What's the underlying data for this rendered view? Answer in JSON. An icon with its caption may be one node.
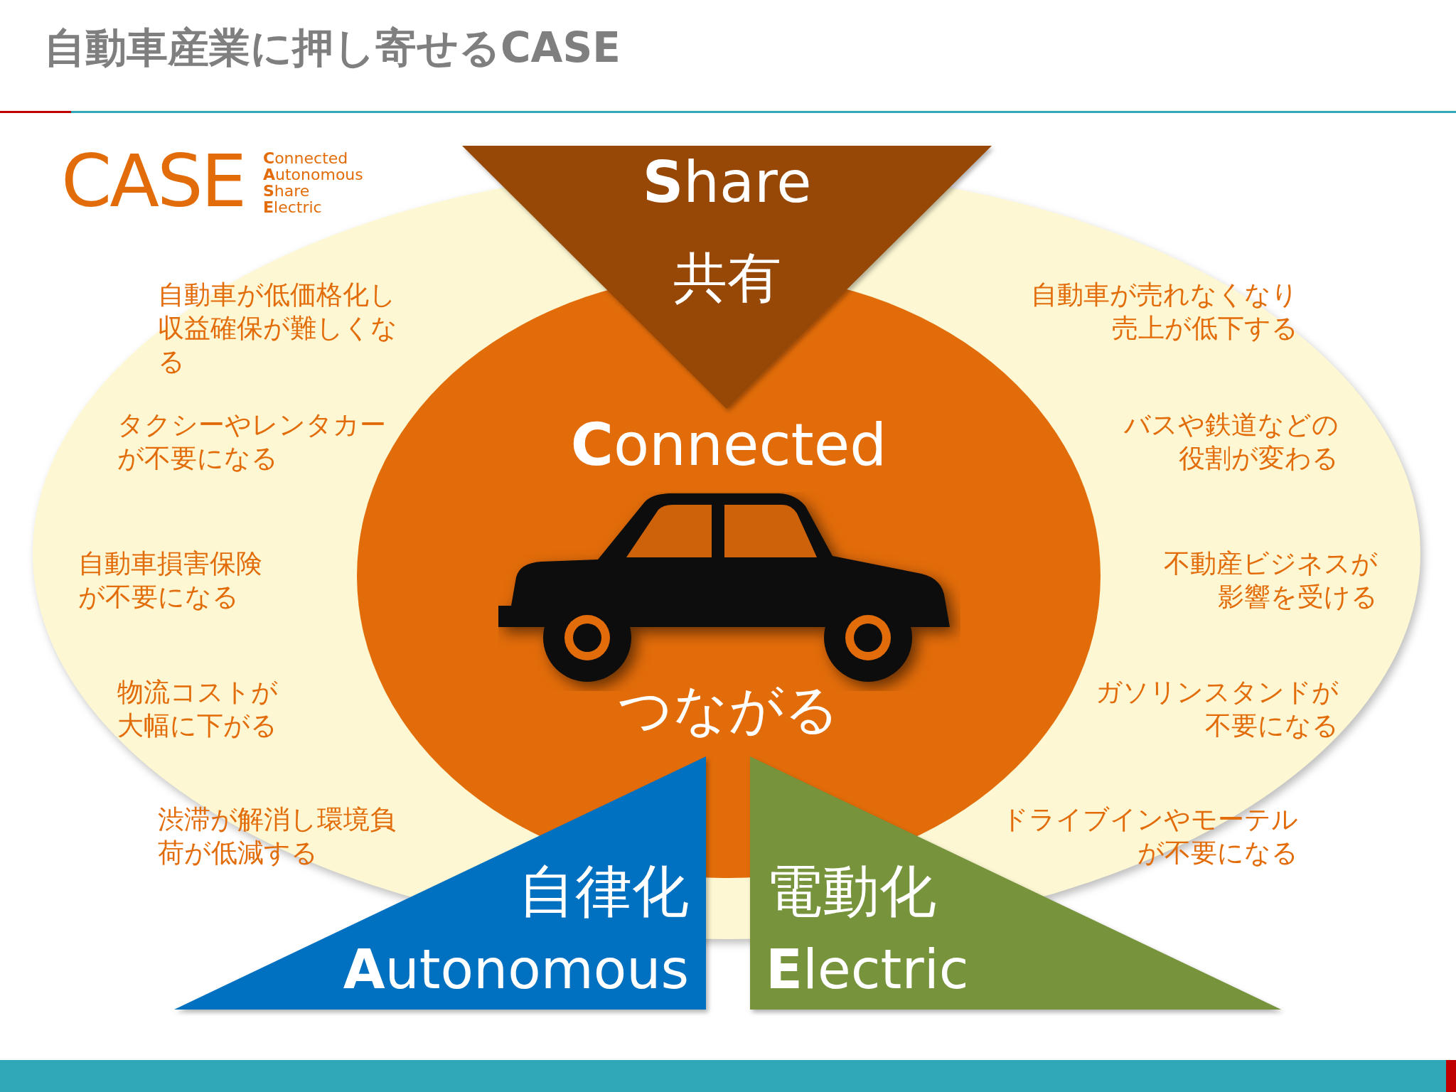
{
  "diagram": {
    "title": "自動車産業に押し寄せるCASE",
    "nodes": [
      {
        "text": [
          "**S**hare",
          "共有"
        ]
      },
      {
        "text": [
          "**C**onnected",
          "つながる"
        ]
      },
      {
        "text": [
          "自律化",
          "**A**utonomous"
        ]
      },
      {
        "text": [
          "電動化",
          "**E**lectric"
        ]
      }
    ],
    "labels": [
      "CASE",
      "**C**onnected",
      "**A**utonomous",
      "**S**hare",
      "**E**lectric",
      "自動車が低価格化し収益確保が難しくなる",
      "自動車が売れなくなり売上が低下する",
      "タクシーやレンタカーが不要になる",
      "バスや鉄道などの役割が変わる",
      "自動車損害保険が不要になる",
      "不動産ビジネスが影響を受ける",
      "物流コストが大幅に下がる",
      "ガソリンスタンドが不要になる",
      "渋滞が解消し環境負荷が低減する",
      "ドライブインやモーテルが不要になる"
    ]
  }
}
